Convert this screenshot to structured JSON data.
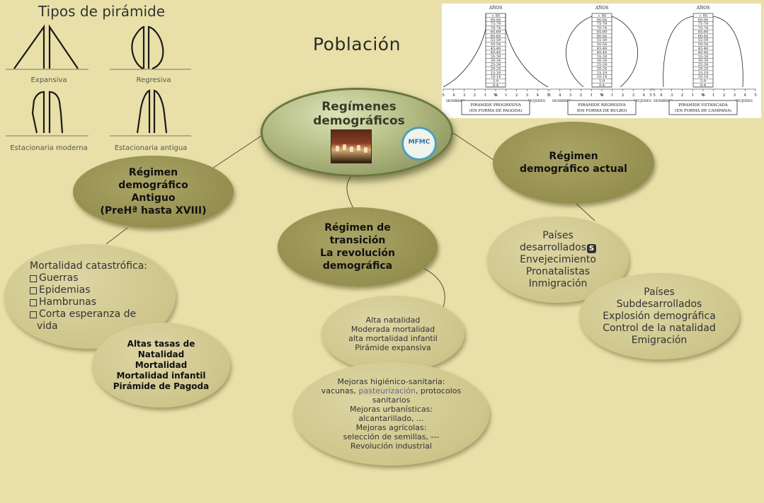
{
  "title": "Población",
  "pyramid_types": {
    "title": "Tipos de pirámide",
    "labels": [
      "Expansiva",
      "Regresiva",
      "Estacionaria moderna",
      "Estacionaria antigua"
    ]
  },
  "pyramid_panel": {
    "age_header": "AÑOS",
    "age_groups": [
      "+ 85",
      "80-84",
      "75-79",
      "70-74",
      "65-69",
      "60-64",
      "55-59",
      "50-54",
      "45-49",
      "40-44",
      "35-39",
      "30-34",
      "25-29",
      "20-24",
      "15-19",
      "10-14",
      "5-9",
      "0-4"
    ],
    "axis_ticks": [
      "5",
      "4",
      "3",
      "2",
      "1",
      "0",
      "1",
      "2",
      "3",
      "4",
      "5"
    ],
    "percent_label": "%",
    "hombres": "HOMBRES",
    "mujeres": "MUJERES",
    "captions": [
      [
        "PIRAMIDE PROGRESIVA",
        "(EN FORMA DE PAGODA)"
      ],
      [
        "PIRAMIDE REGRESIVA",
        "(EN FORMA DE BULBO)"
      ],
      [
        "PIRAMIDE ESTANCADA",
        "(EN FORMA DE CAMPANA)"
      ]
    ]
  },
  "center": {
    "line1": "Regímenes",
    "line2": "demográficos",
    "logo_text": "MFMC"
  },
  "antiguo": {
    "title_lines": [
      "Régimen",
      "demográfico",
      "Antiguo",
      "(PreHª hasta XVIII)"
    ],
    "mortalidad": {
      "heading": "Mortalidad catastrófica:",
      "items": [
        "Guerras",
        "Epidemias",
        "Hambrunas",
        "Corta esperanza de"
      ],
      "tail": "vida"
    },
    "tasas": [
      "Altas tasas de",
      "Natalidad",
      "Mortalidad",
      "Mortalidad infantil",
      "Pirámide de Pagoda"
    ]
  },
  "transicion": {
    "title_lines": [
      "Régimen de",
      "transición",
      "La revolución",
      "demográfica"
    ],
    "rasgos": [
      "Alta natalidad",
      "Moderada mortalidad",
      "alta mortalidad infantil",
      "Pirámide expansiva"
    ],
    "mejoras": {
      "line1": "Mejoras higiénico-sanitaria:",
      "line2_pre": "vacunas,",
      "line2_link": "pasteurización",
      "line2_post": ", protocolos",
      "rest": [
        "sanitarios",
        "Mejoras urbanísticas:",
        "alcantarillado, ...",
        "Mejoras agrícolas:",
        "selección de semillas, ---",
        "Revolución industrial"
      ]
    }
  },
  "actual": {
    "title_lines": [
      "Régimen",
      "demográfico actual"
    ],
    "desarrollados": {
      "line1": "Países",
      "line2": "desarrollados",
      "badge": "S",
      "rest": [
        "Envejecimiento",
        "Pronatalistas",
        "Inmigración"
      ]
    },
    "subdesarrollados": [
      "Países",
      "Subdesarrollados",
      "Explosión demográfica",
      "Control de la natalidad",
      "Emigración"
    ]
  },
  "colors": {
    "background": "#e8e0a8",
    "dark_node": "#948f4e",
    "light_node": "#cdc58a",
    "center_node": "#b4bc84"
  }
}
